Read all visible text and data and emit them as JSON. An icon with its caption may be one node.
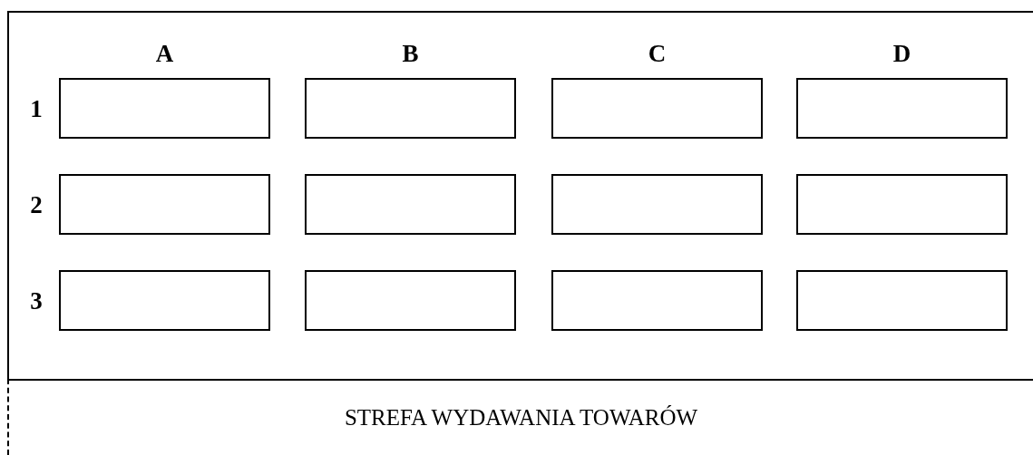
{
  "diagram": {
    "nodes": [
      {
        "text": [],
        "shape": "box"
      },
      {
        "text": [],
        "shape": "box",
        "in": 0
      },
      {
        "text": [],
        "shape": "box",
        "in": 0
      },
      {
        "text": [],
        "shape": "box",
        "in": 0
      },
      {
        "text": [],
        "shape": "box",
        "in": 0
      },
      {
        "text": [],
        "shape": "box",
        "in": 0
      },
      {
        "text": [],
        "shape": "box",
        "in": 0
      },
      {
        "text": [],
        "shape": "box",
        "in": 0
      },
      {
        "text": [],
        "shape": "box",
        "in": 0
      },
      {
        "text": [],
        "shape": "box",
        "in": 0
      },
      {
        "text": [],
        "shape": "box",
        "in": 0
      },
      {
        "text": [],
        "shape": "box",
        "in": 0
      },
      {
        "text": [],
        "shape": "box",
        "in": 0
      },
      {
        "text": [
          "STREFA WYDAWANIA TOWARÓW"
        ]
      }
    ],
    "labels": [
      "A",
      "B",
      "C",
      "D",
      "1",
      "2",
      "3"
    ]
  }
}
